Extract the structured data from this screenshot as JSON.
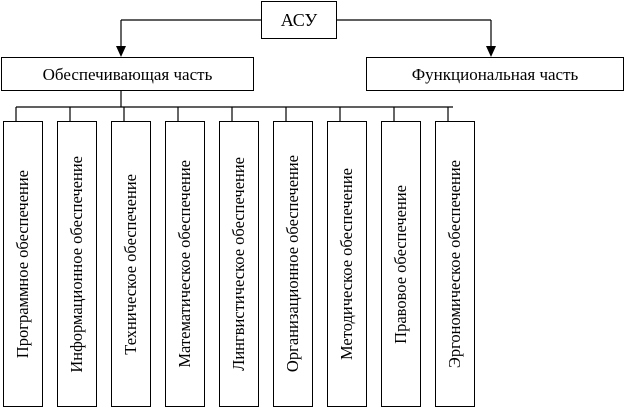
{
  "root": {
    "label": "АСУ"
  },
  "branches": [
    {
      "label": "Обеспечивающая часть"
    },
    {
      "label": "Функциональная часть"
    }
  ],
  "children": [
    {
      "label": "Программное обеспечение"
    },
    {
      "label": "Информационное обеспечение"
    },
    {
      "label": "Техническое обеспечение"
    },
    {
      "label": "Математическое обеспечение"
    },
    {
      "label": "Лингвистическое обеспечение"
    },
    {
      "label": "Организационное обеспечение"
    },
    {
      "label": "Методическое обеспечение"
    },
    {
      "label": "Правовое обеспечение"
    },
    {
      "label": "Эргономическое обеспечение"
    }
  ]
}
